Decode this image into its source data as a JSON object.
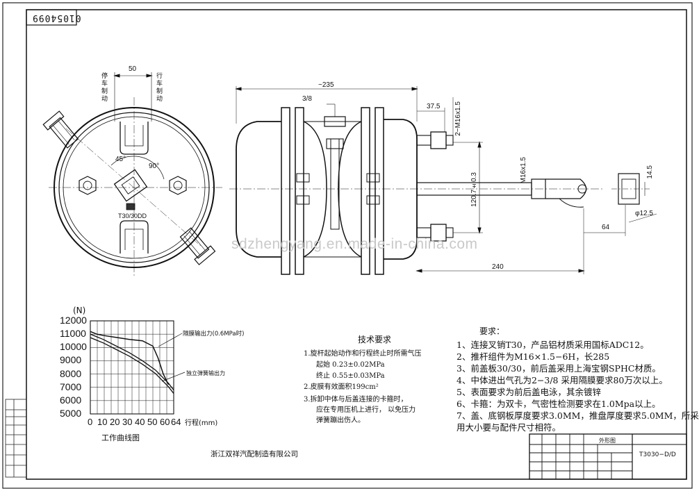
{
  "document_number": "01054099",
  "front_view": {
    "dim_top": "50",
    "label_left_vertical": "停车制动",
    "label_right_vertical": "行车制动",
    "angle_1": "45°",
    "angle_2": "90°",
    "model_label": "T30/30DD"
  },
  "side_view": {
    "dim_length": "~235",
    "port_size": "3/8",
    "dim_37_5": "37.5",
    "dim_m16_ports": "2−M16x1.5",
    "dim_120_7": "120.7±0.3",
    "dim_m16_rod": "M16x1.5",
    "dim_240": "240",
    "dim_64": "64",
    "dim_14_5": "14.5",
    "dim_12_5": "φ12.5"
  },
  "watermark": "sdzhengyang.en.made-in-china.com",
  "chart": {
    "y_unit": "(N)",
    "x_unit": "行程(mm)",
    "title": "工作曲线图",
    "label_upper": "隔膜输出力(0.6MPa时)",
    "label_lower": "独立弹簧输出力"
  },
  "chart_data": {
    "type": "line",
    "title": "工作曲线图",
    "ylabel": "(N)",
    "xlabel": "行程(mm)",
    "ylim": [
      5000,
      12000
    ],
    "xlim": [
      0,
      64
    ],
    "y_ticks": [
      "12000",
      "11000",
      "10000",
      "9000",
      "8000",
      "7000",
      "6000",
      "5000"
    ],
    "x_ticks": [
      "0",
      "10",
      "20",
      "30",
      "40",
      "50",
      "60",
      "64"
    ],
    "series": [
      {
        "name": "隔膜输出力(0.6MPa时)",
        "x": [
          0,
          5,
          10,
          20,
          30,
          40,
          48,
          52,
          56,
          60
        ],
        "values": [
          11200,
          11000,
          10900,
          10750,
          10600,
          10500,
          10100,
          9200,
          8000,
          7200
        ]
      },
      {
        "name": "独立弹簧输出力",
        "x": [
          0,
          5,
          10,
          20,
          30,
          40,
          50,
          60,
          64
        ],
        "values": [
          11000,
          10800,
          10600,
          10100,
          9600,
          9000,
          8300,
          7300,
          6800
        ]
      }
    ],
    "grid": true
  },
  "tech_requirements": {
    "title": "技术要求",
    "lines": [
      "1.旋杆起始动作和行程终止时所需气压",
      "起始    0.23±0.02MPa",
      "终止    0.55±0.03MPa",
      "2.皮膜有效面积199cm²",
      "3.拆卸中体与后盖连接的卡箍时，",
      "应在专用压机上进行，   以免压力",
      "弹簧蹦出伤人。"
    ]
  },
  "requirements": {
    "title": "要求：",
    "lines": [
      "1、连接叉销T30，产品铝材质采用国标ADC12。",
      "2、推杆组件为M16×1.5−6H，长285",
      "3、前盖板30/30，前后盖采用上海宝钢SPHC材质。",
      "4、中体进出气孔为2−3/8 采用隔膜要求80万次以上。",
      "5、表面要求为前后盖电泳，其余镀锌",
      "6、卡箍：为双卡，气密性检测要求在1.0Mpa以上。",
      "7、盖、底钢板厚度要求3.0MM，推盘厚度要求5.0MM，所采",
      "   用大小要与配件尺寸相符。"
    ]
  },
  "company": "浙江双祥汽配制造有限公司",
  "title_block": {
    "name": "外形图",
    "drawing_no": "T3030−D/D"
  }
}
